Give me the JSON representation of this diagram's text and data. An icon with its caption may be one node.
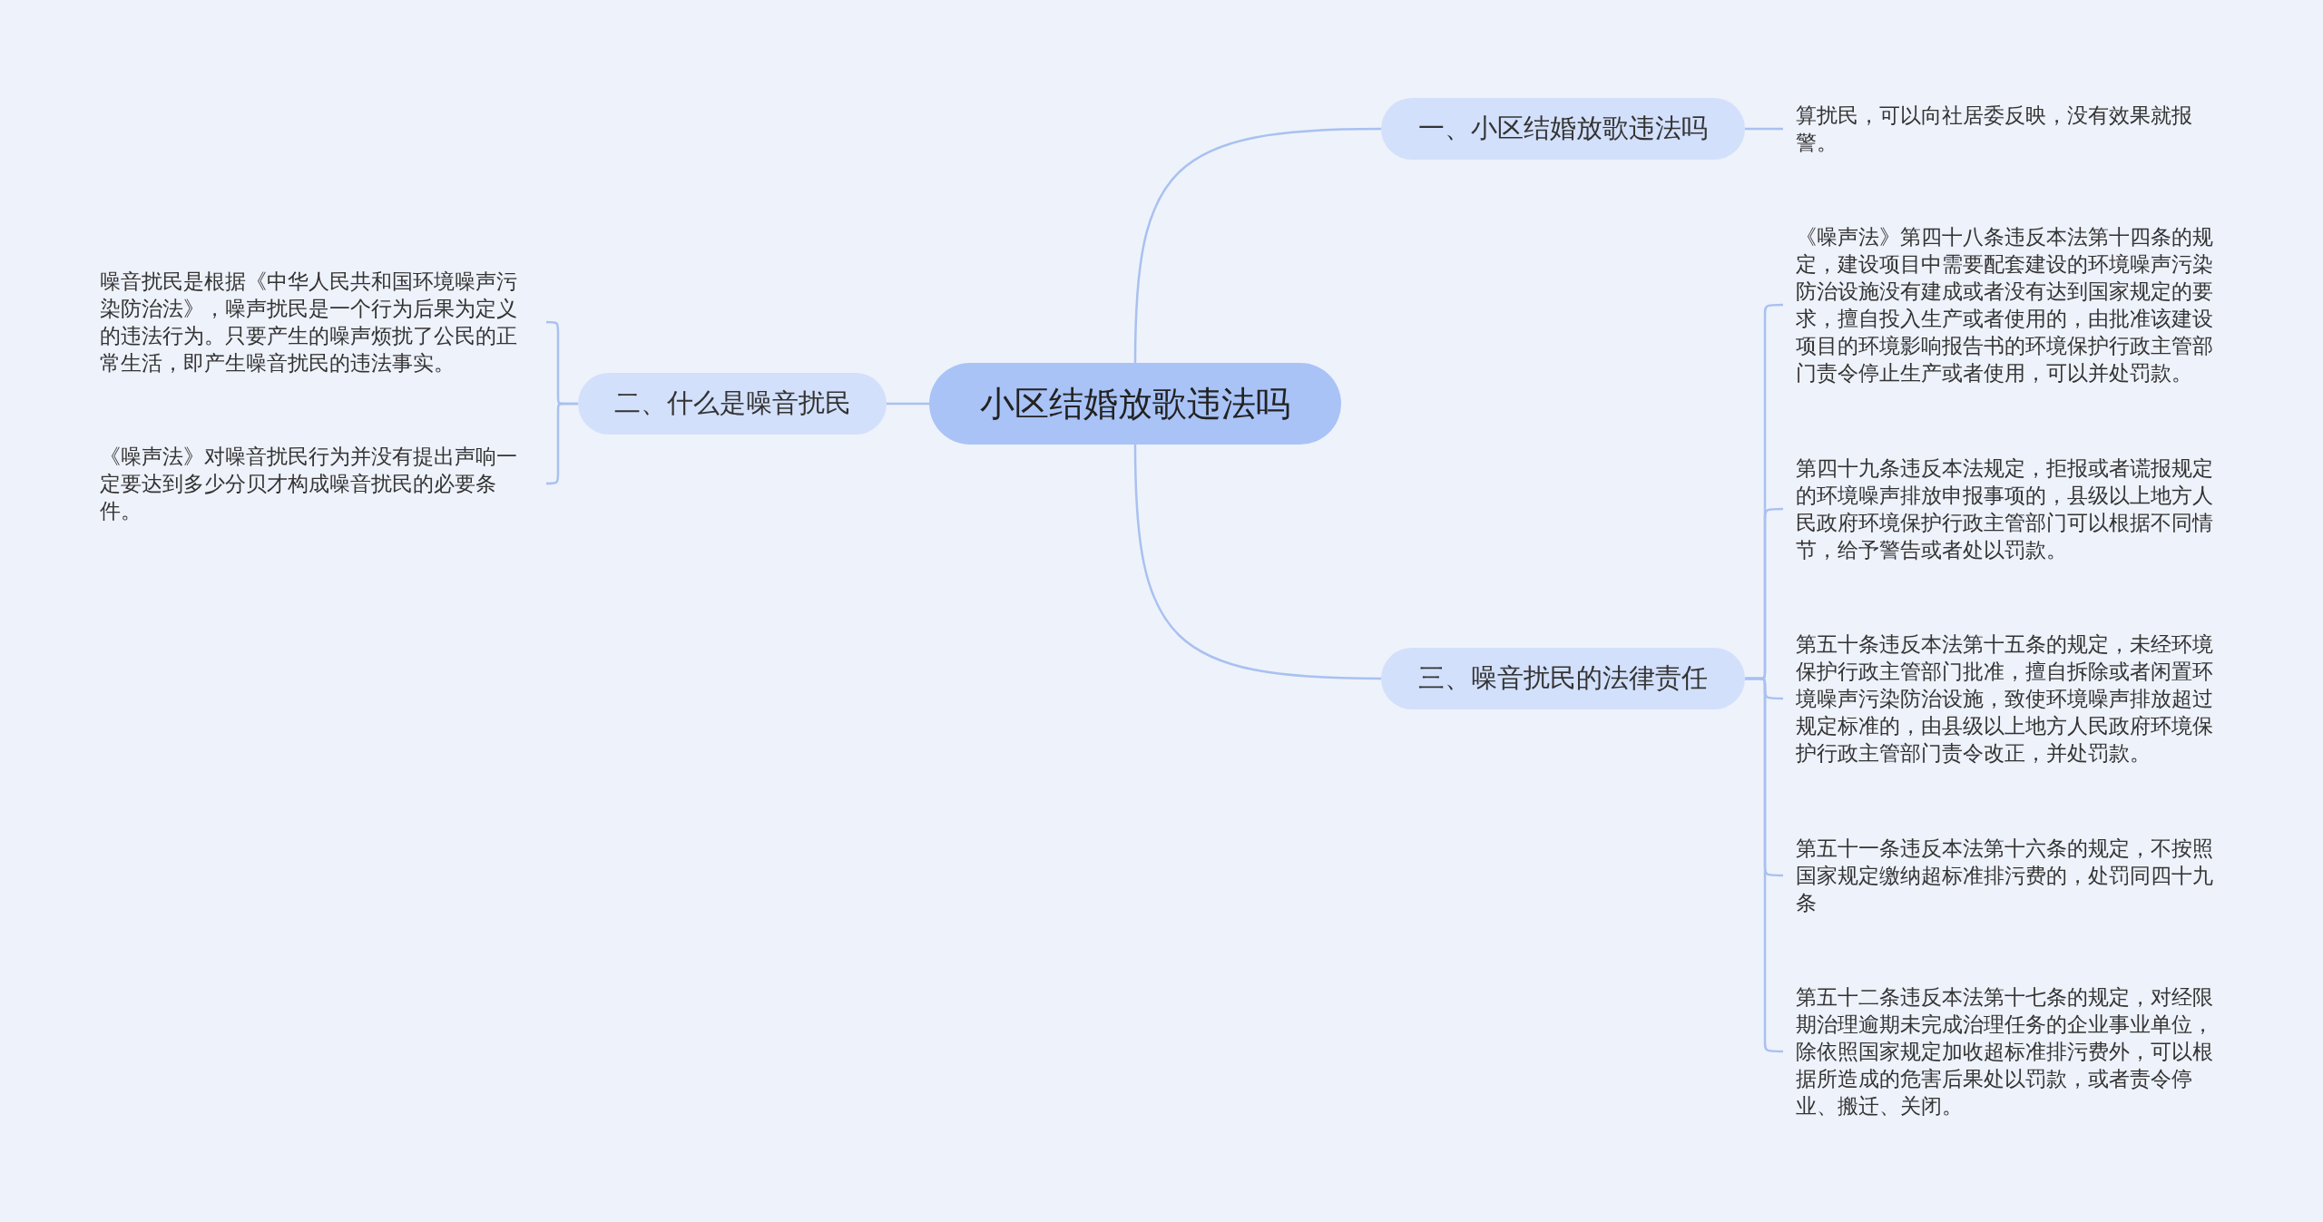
{
  "diagram": {
    "nodes": [
      {
        "text": [
          "小区结婚放歌违法吗"
        ]
      },
      {
        "text": [
          "一、小区结婚放歌违法吗"
        ]
      },
      {
        "text": [
          "二、什么是噪音扰民"
        ]
      },
      {
        "text": [
          "三、噪音扰民的法律责任"
        ]
      },
      {
        "text": [
          "算扰民，可以向社居委反映，没有效果就报警。"
        ]
      },
      {
        "text": [
          "《噪声法》第四十八条违反本法第十四条的规定，建设项目中需要配套建设的环境噪声污染防治设施没有建成或者没有达到国家规定的要求，擅自投入生产或者使用的，由批准该建设项目的环境影响报告书的环境保护行政主管部门责令停止生产或者使用，可以并处罚款。"
        ]
      },
      {
        "text": [
          "第四十九条违反本法规定，拒报或者谎报规定的环境噪声排放申报事项的，县级以上地方人民政府环境保护行政主管部门可以根据不同情节，给予警告或者处以罚款。"
        ]
      },
      {
        "text": [
          "第五十条违反本法第十五条的规定，未经环境保护行政主管部门批准，擅自拆除或者闲置环境噪声污染防治设施，致使环境噪声排放超过规定标准的，由县级以上地方人民政府环境保护行政主管部门责令改正，并处罚款。"
        ]
      },
      {
        "text": [
          "第五十一条违反本法第十六条的规定，不按照国家规定缴纳超标准排污费的，处罚同四十九条"
        ]
      },
      {
        "text": [
          "第五十二条违反本法第十七条的规定，对经限期治理逾期未完成治理任务的企业事业单位，除依照国家规定加收超标准排污费外，可以根据所造成的危害后果处以罚款，或者责令停业、搬迁、关闭。"
        ]
      },
      {
        "text": [
          "噪音扰民是根据《中华人民共和国环境噪声污染防治法》，噪声扰民是一个行为后果为定义的违法行为。只要产生的噪声烦扰了公民的正常生活，即产生噪音扰民的违法事实。"
        ]
      },
      {
        "text": [
          "《噪声法》对噪音扰民行为并没有提出声响一定要达到多少分贝才构成噪音扰民的必要条件。"
        ]
      }
    ],
    "edges": [
      {
        "from": 0,
        "to": 1,
        "arrow": "none"
      },
      {
        "from": 0,
        "to": 2,
        "arrow": "none"
      },
      {
        "from": 0,
        "to": 3,
        "arrow": "none"
      },
      {
        "from": 1,
        "to": 4,
        "arrow": "none"
      },
      {
        "from": 3,
        "to": 5,
        "arrow": "none"
      },
      {
        "from": 3,
        "to": 6,
        "arrow": "none"
      },
      {
        "from": 3,
        "to": 7,
        "arrow": "none"
      },
      {
        "from": 3,
        "to": 8,
        "arrow": "none"
      },
      {
        "from": 3,
        "to": 9,
        "arrow": "none"
      },
      {
        "from": 2,
        "to": 10,
        "arrow": "none"
      },
      {
        "from": 2,
        "to": 11,
        "arrow": "none"
      }
    ]
  }
}
